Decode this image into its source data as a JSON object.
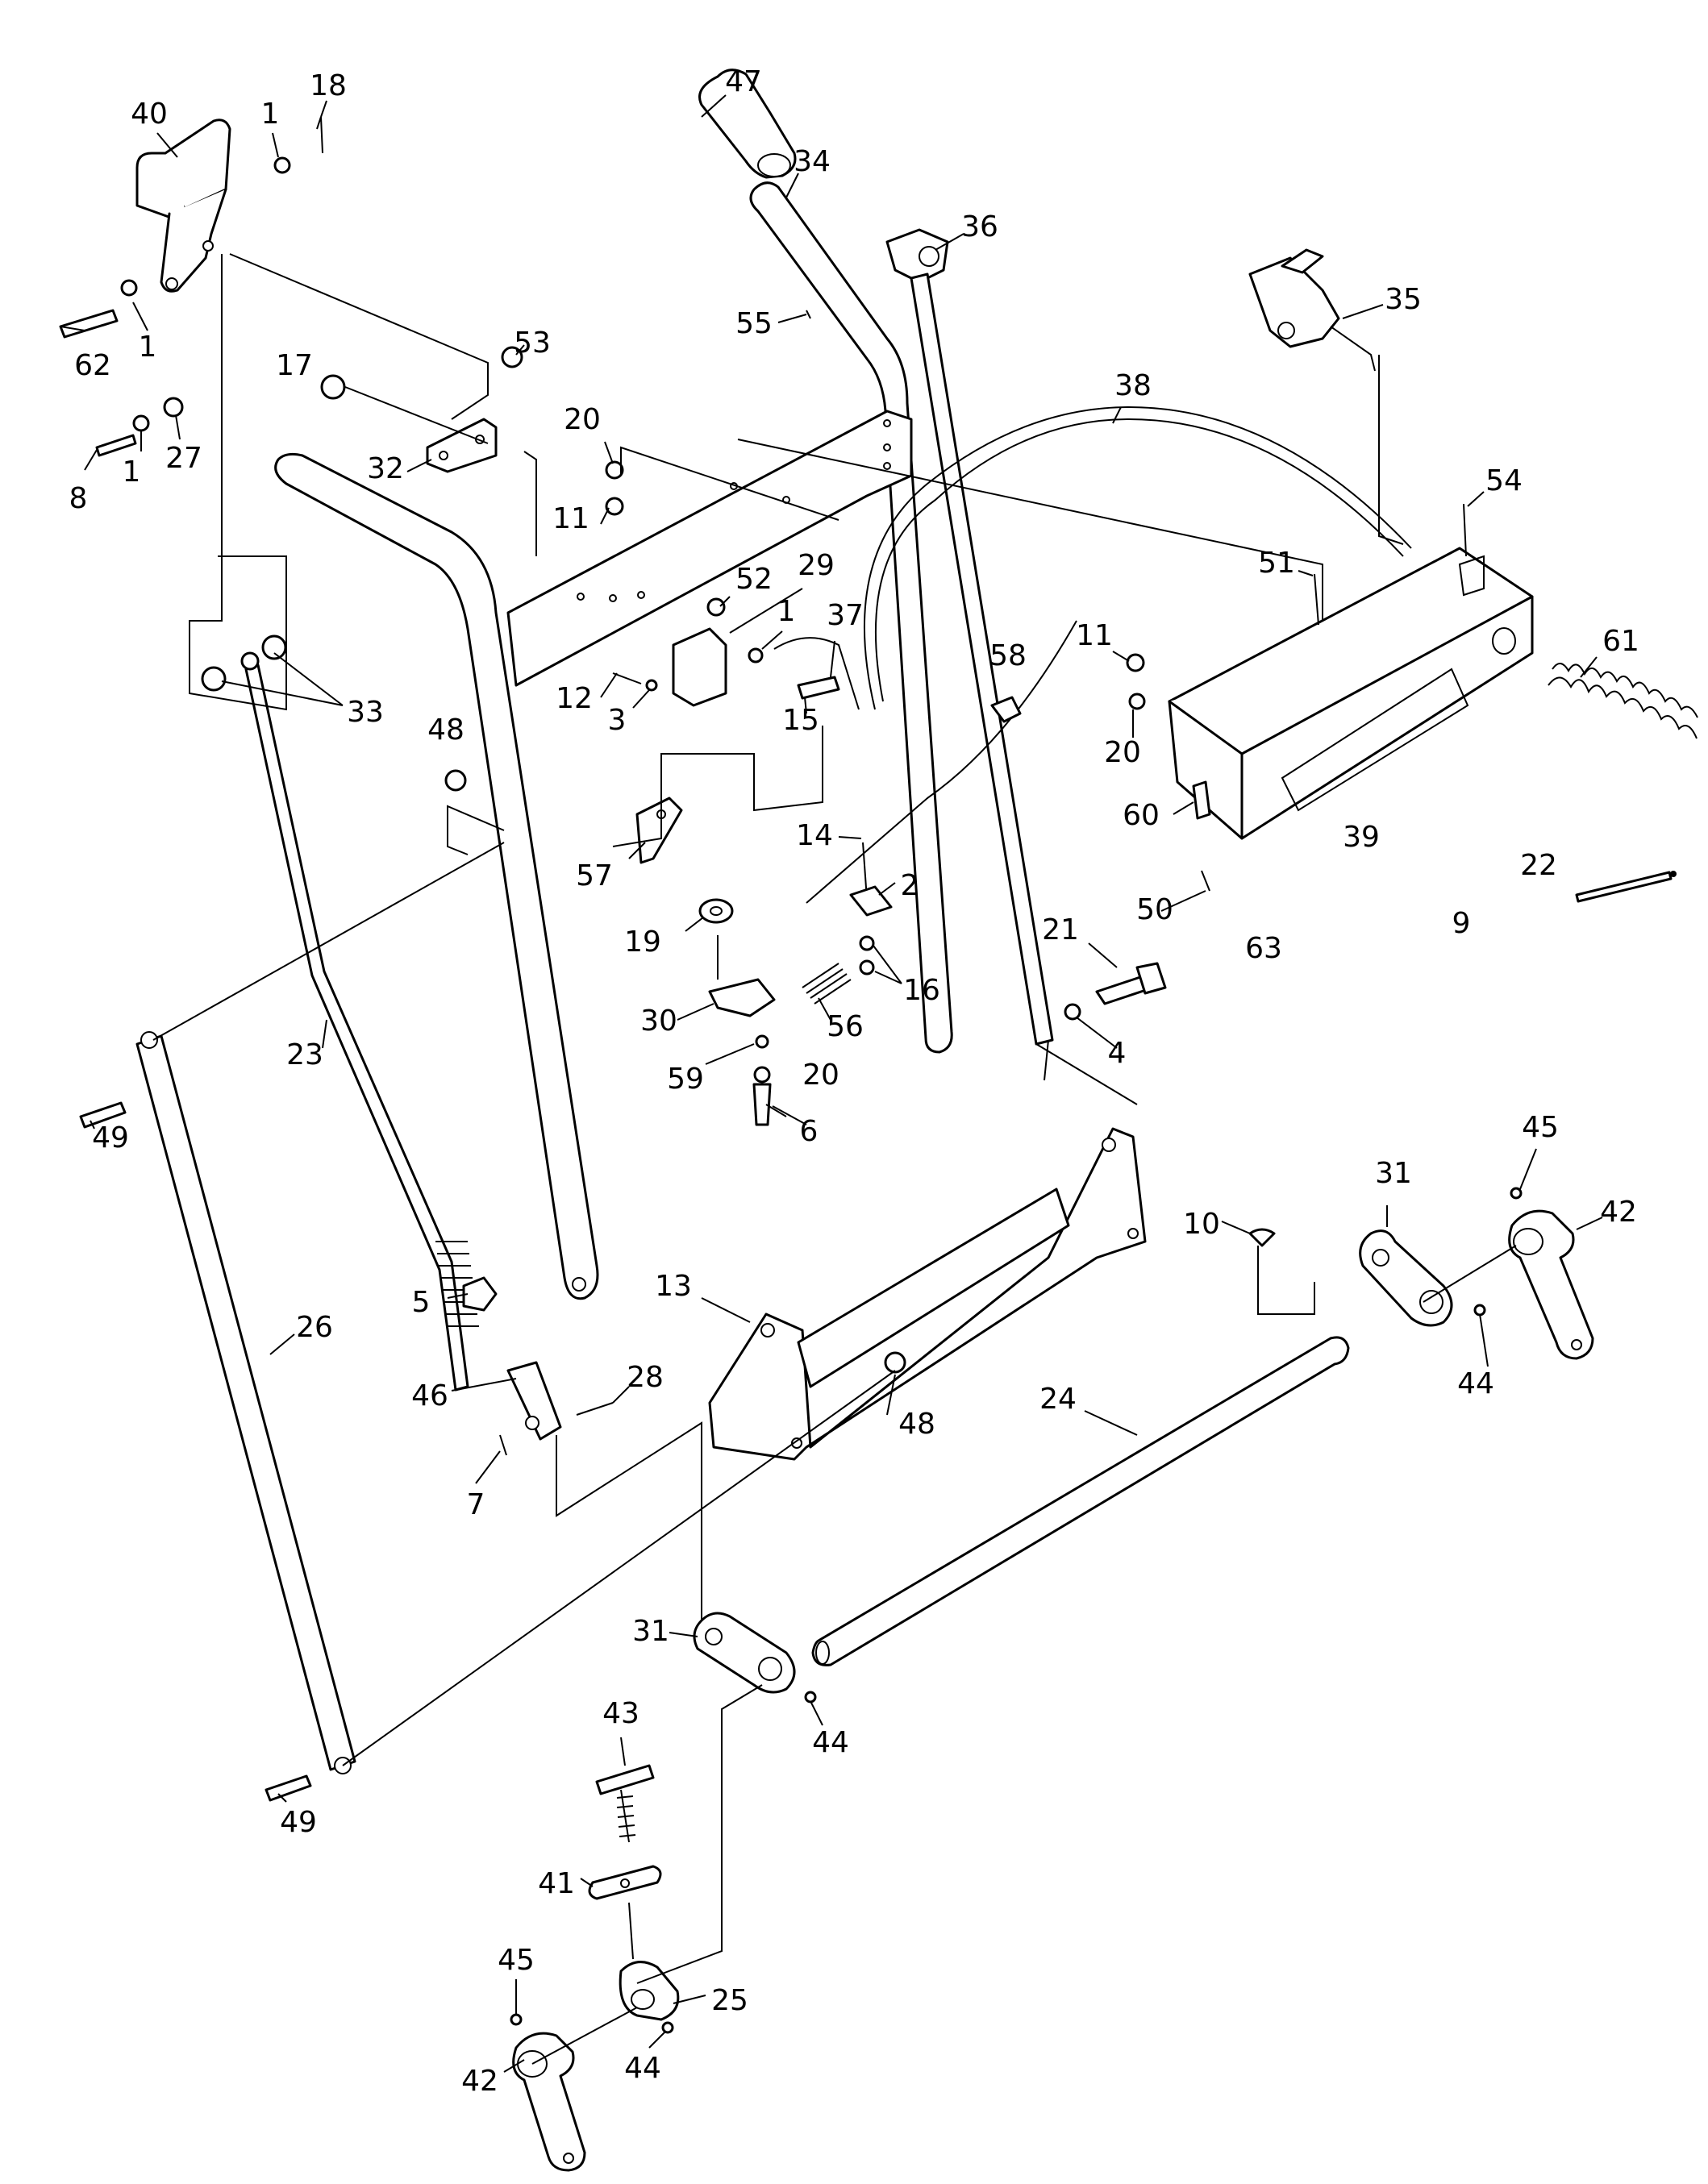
{
  "callouts": [
    {
      "id": "c40a",
      "text": "40"
    },
    {
      "id": "c1a",
      "text": "1"
    },
    {
      "id": "c18",
      "text": "18"
    },
    {
      "id": "c47",
      "text": "47"
    },
    {
      "id": "c34",
      "text": "34"
    },
    {
      "id": "c36",
      "text": "36"
    },
    {
      "id": "c35",
      "text": "35"
    },
    {
      "id": "c62",
      "text": "62"
    },
    {
      "id": "c1b",
      "text": "1"
    },
    {
      "id": "c17",
      "text": "17"
    },
    {
      "id": "c53",
      "text": "53"
    },
    {
      "id": "c55",
      "text": "55"
    },
    {
      "id": "c8",
      "text": "8"
    },
    {
      "id": "c1c",
      "text": "1"
    },
    {
      "id": "c27",
      "text": "27"
    },
    {
      "id": "c32",
      "text": "32"
    },
    {
      "id": "c20a",
      "text": "20"
    },
    {
      "id": "c38",
      "text": "38"
    },
    {
      "id": "c54",
      "text": "54"
    },
    {
      "id": "c11a",
      "text": "11"
    },
    {
      "id": "c51",
      "text": "51"
    },
    {
      "id": "c52",
      "text": "52"
    },
    {
      "id": "c29",
      "text": "29"
    },
    {
      "id": "c1d",
      "text": "1"
    },
    {
      "id": "c37",
      "text": "37"
    },
    {
      "id": "c11b",
      "text": "11"
    },
    {
      "id": "c61",
      "text": "61"
    },
    {
      "id": "c33",
      "text": "33"
    },
    {
      "id": "c12",
      "text": "12"
    },
    {
      "id": "c3",
      "text": "3"
    },
    {
      "id": "c15",
      "text": "15"
    },
    {
      "id": "c58",
      "text": "58"
    },
    {
      "id": "c20b",
      "text": "20"
    },
    {
      "id": "c48a",
      "text": "48"
    },
    {
      "id": "c60",
      "text": "60"
    },
    {
      "id": "c39",
      "text": "39"
    },
    {
      "id": "c57",
      "text": "57"
    },
    {
      "id": "c14",
      "text": "14"
    },
    {
      "id": "c2",
      "text": "2"
    },
    {
      "id": "c22",
      "text": "22"
    },
    {
      "id": "c50",
      "text": "50"
    },
    {
      "id": "c63",
      "text": "63"
    },
    {
      "id": "c9",
      "text": "9"
    },
    {
      "id": "c19",
      "text": "19"
    },
    {
      "id": "c21",
      "text": "21"
    },
    {
      "id": "c16",
      "text": "16"
    },
    {
      "id": "c30",
      "text": "30"
    },
    {
      "id": "c56",
      "text": "56"
    },
    {
      "id": "c4",
      "text": "4"
    },
    {
      "id": "c23",
      "text": "23"
    },
    {
      "id": "c59",
      "text": "59"
    },
    {
      "id": "c20c",
      "text": "20"
    },
    {
      "id": "c49a",
      "text": "49"
    },
    {
      "id": "c6",
      "text": "6"
    },
    {
      "id": "c45a",
      "text": "45"
    },
    {
      "id": "c31a",
      "text": "31"
    },
    {
      "id": "c42a",
      "text": "42"
    },
    {
      "id": "c10",
      "text": "10"
    },
    {
      "id": "c13",
      "text": "13"
    },
    {
      "id": "c26",
      "text": "26"
    },
    {
      "id": "c5",
      "text": "5"
    },
    {
      "id": "c28",
      "text": "28"
    },
    {
      "id": "c46",
      "text": "46"
    },
    {
      "id": "c48b",
      "text": "48"
    },
    {
      "id": "c44a",
      "text": "44"
    },
    {
      "id": "c24",
      "text": "24"
    },
    {
      "id": "c7",
      "text": "7"
    },
    {
      "id": "c31b",
      "text": "31"
    },
    {
      "id": "c44b",
      "text": "44"
    },
    {
      "id": "c43",
      "text": "43"
    },
    {
      "id": "c49b",
      "text": "49"
    },
    {
      "id": "c41",
      "text": "41"
    },
    {
      "id": "c45b",
      "text": "45"
    },
    {
      "id": "c25",
      "text": "25"
    },
    {
      "id": "c42b",
      "text": "42"
    },
    {
      "id": "c44c",
      "text": "44"
    }
  ]
}
